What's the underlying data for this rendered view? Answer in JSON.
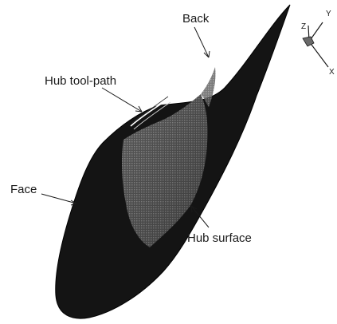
{
  "labels": {
    "back": "Back",
    "hub_tool_path": "Hub tool-path",
    "face": "Face",
    "hub_surface": "Hub surface"
  },
  "axes": {
    "x": "X",
    "y": "Y",
    "z": "Z"
  },
  "colors": {
    "blade_body": "#141414",
    "hub_region": "#6e6e6e",
    "hub_region_light": "#9a9a9a",
    "tool_path": "#ffffff",
    "background": "#ffffff"
  }
}
